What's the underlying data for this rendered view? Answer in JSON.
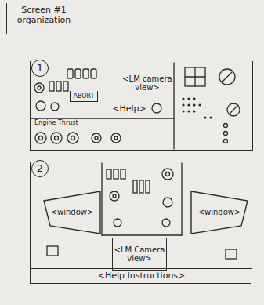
{
  "diagram": {
    "nodes": [
      {
        "text": [
          "Screen #1 organization"
        ]
      },
      {
        "text": [
          "1"
        ]
      },
      {
        "text": [
          "<LM camera view>"
        ],
        "in": 1
      },
      {
        "text": [
          "ABORT"
        ],
        "in": 1
      },
      {
        "text": [
          "<Help>"
        ],
        "in": 1
      },
      {
        "text": [
          "2"
        ]
      },
      {
        "text": [
          "<window>"
        ],
        "in": 5
      },
      {
        "text": [
          "<window>"
        ],
        "in": 5
      },
      {
        "text": [
          "<LM Camera view>"
        ],
        "in": 5
      },
      {
        "text": [
          "<Help Instructions>"
        ],
        "in": 5
      }
    ],
    "labels": [
      "Engine Thrust"
    ]
  }
}
